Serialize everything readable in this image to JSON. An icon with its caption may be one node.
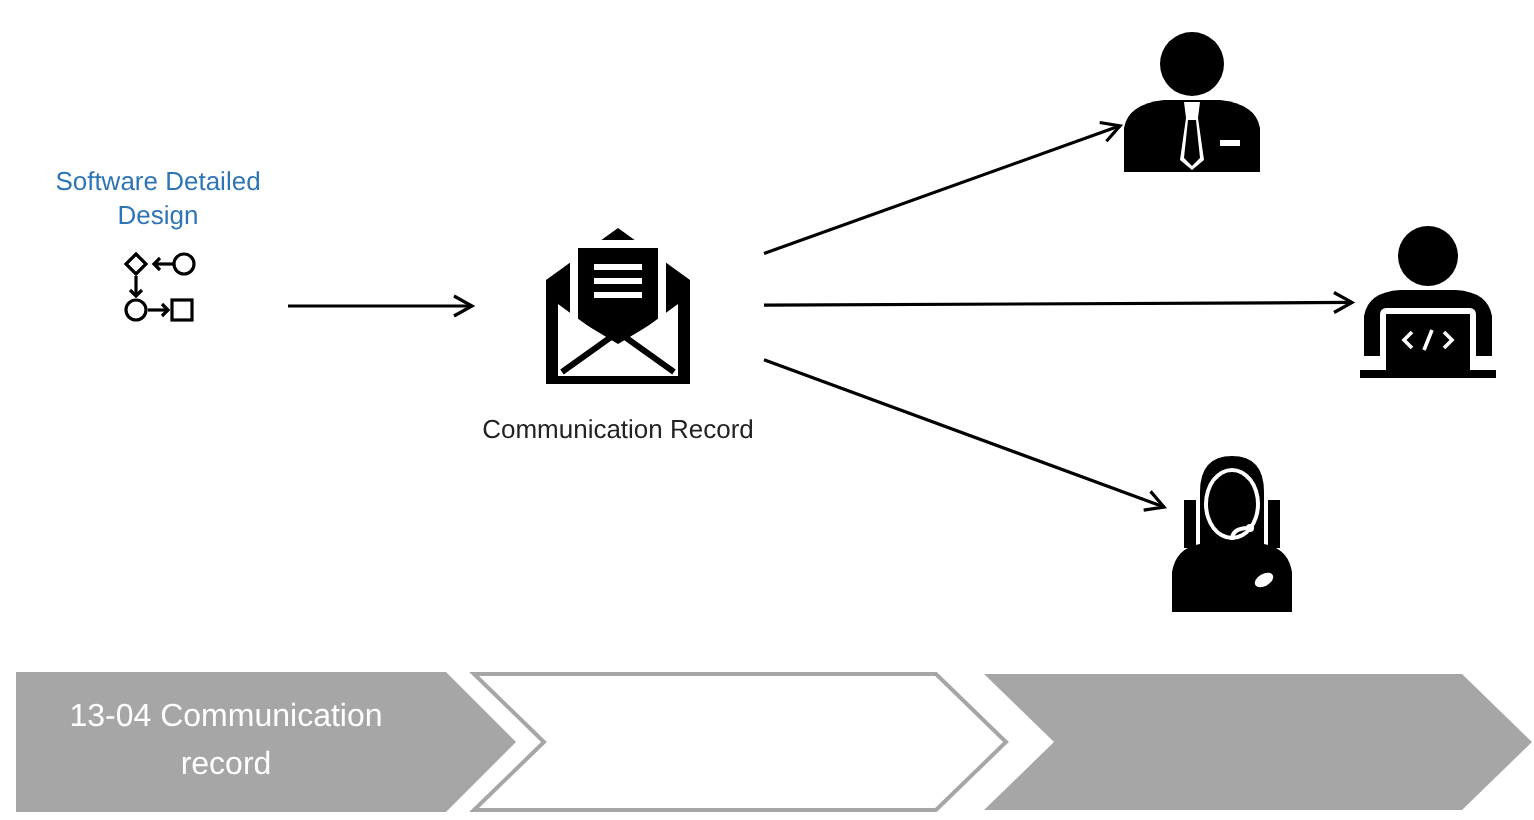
{
  "diagram": {
    "nodes": [
      {
        "text": [
          "Software Detailed Design"
        ]
      },
      {
        "text": [
          "Communication Record"
        ]
      },
      {
        "text": [],
        "shape": "person"
      },
      {
        "text": [],
        "shape": "person"
      },
      {
        "text": [],
        "shape": "person"
      },
      {
        "text": [
          "13-04 Communication record"
        ]
      },
      {
        "text": [],
        "shape": "chevron"
      },
      {
        "text": [],
        "shape": "chevron"
      }
    ],
    "edges": [
      {
        "from": 0,
        "to": 1,
        "arrow": "to"
      },
      {
        "from": 1,
        "to": 2,
        "arrow": "to"
      },
      {
        "from": 1,
        "to": 3,
        "arrow": "to"
      },
      {
        "from": 1,
        "to": 4,
        "arrow": "to"
      }
    ]
  }
}
